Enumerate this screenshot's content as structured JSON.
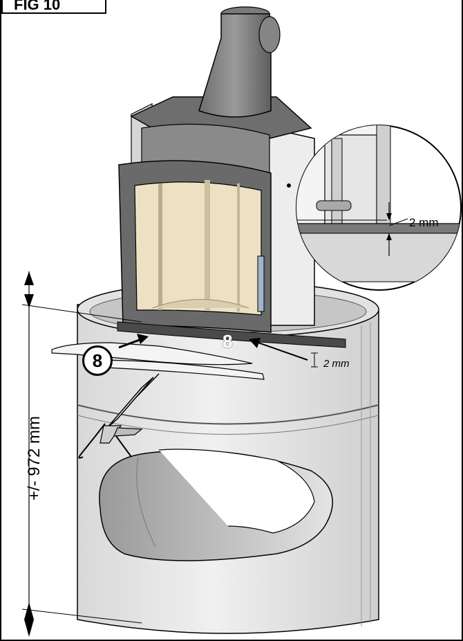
{
  "figure": {
    "label": "FIG 10"
  },
  "dimensions": {
    "height": "+/- 972 mm",
    "gap_main": "2 mm",
    "gap_detail": "2 mm"
  },
  "callouts": {
    "circled": "8",
    "plain": "8"
  },
  "colors": {
    "body_light": "#e6e6e6",
    "body_shade": "#c9c9c9",
    "metal_dark": "#6b6b6b",
    "metal_mid": "#8c8c8c",
    "glass": "#ede3c6",
    "line": "#000000"
  }
}
